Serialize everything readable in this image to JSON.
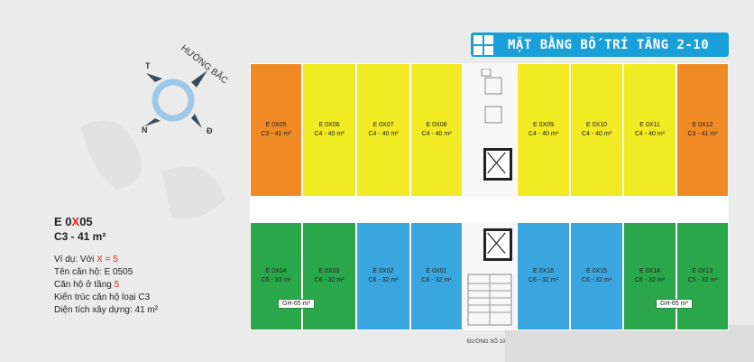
{
  "title": "MẶT BẰNG BỐ TRÍ TẦNG 2-10",
  "compass": {
    "north_label": "HƯỚNG BẮC",
    "t": "T",
    "n": "N",
    "d": "Đ"
  },
  "legend": {
    "code_prefix": "E 0",
    "code_x": "X",
    "code_suffix": "05",
    "type": "C3  - 41 m²",
    "example_prefix": "Ví dụ: Với ",
    "example_x": "X = 5",
    "apt_name": "Tên căn hộ: E 0505",
    "floor_prefix": "Căn hộ ở tầng ",
    "floor_value": "5",
    "arch": "Kiến trúc căn hộ loại C3",
    "area": "Diện tích xây dựng: 41 m²"
  },
  "units_top": [
    {
      "name": "E 0X05",
      "type": "C3 - 41 m²",
      "color": "orange"
    },
    {
      "name": "E 0X06",
      "type": "C4 - 40 m²",
      "color": "yellow"
    },
    {
      "name": "E 0X07",
      "type": "C4 - 40 m²",
      "color": "yellow"
    },
    {
      "name": "E 0X08",
      "type": "C4 - 40 m²",
      "color": "yellow"
    },
    {
      "name": "E 0X09",
      "type": "C4 - 40 m²",
      "color": "yellow"
    },
    {
      "name": "E 0X10",
      "type": "C4 - 40 m²",
      "color": "yellow"
    },
    {
      "name": "E 0X11",
      "type": "C4 - 40 m²",
      "color": "yellow"
    },
    {
      "name": "E 0X12",
      "type": "C3 - 41 m²",
      "color": "orange"
    }
  ],
  "units_bottom": [
    {
      "name": "E 0X04",
      "type": "C5 - 33 m²",
      "color": "green"
    },
    {
      "name": "E 0X03",
      "type": "C6 - 32 m²",
      "color": "green"
    },
    {
      "name": "E 0X02",
      "type": "C6 - 32 m²",
      "color": "blue"
    },
    {
      "name": "E 0X01",
      "type": "C6 - 32 m²",
      "color": "blue"
    },
    {
      "name": "E 0X16",
      "type": "C6 - 32 m²",
      "color": "blue"
    },
    {
      "name": "E 0X15",
      "type": "C6 - 32 m²",
      "color": "blue"
    },
    {
      "name": "E 0X14",
      "type": "C6 - 32 m²",
      "color": "green"
    },
    {
      "name": "E 0X13",
      "type": "C5 - 33 m²",
      "color": "green"
    }
  ],
  "gh_left": "GH-65 m²",
  "gh_right": "GH-65 m²",
  "street": "ĐƯỜNG SỐ 10"
}
